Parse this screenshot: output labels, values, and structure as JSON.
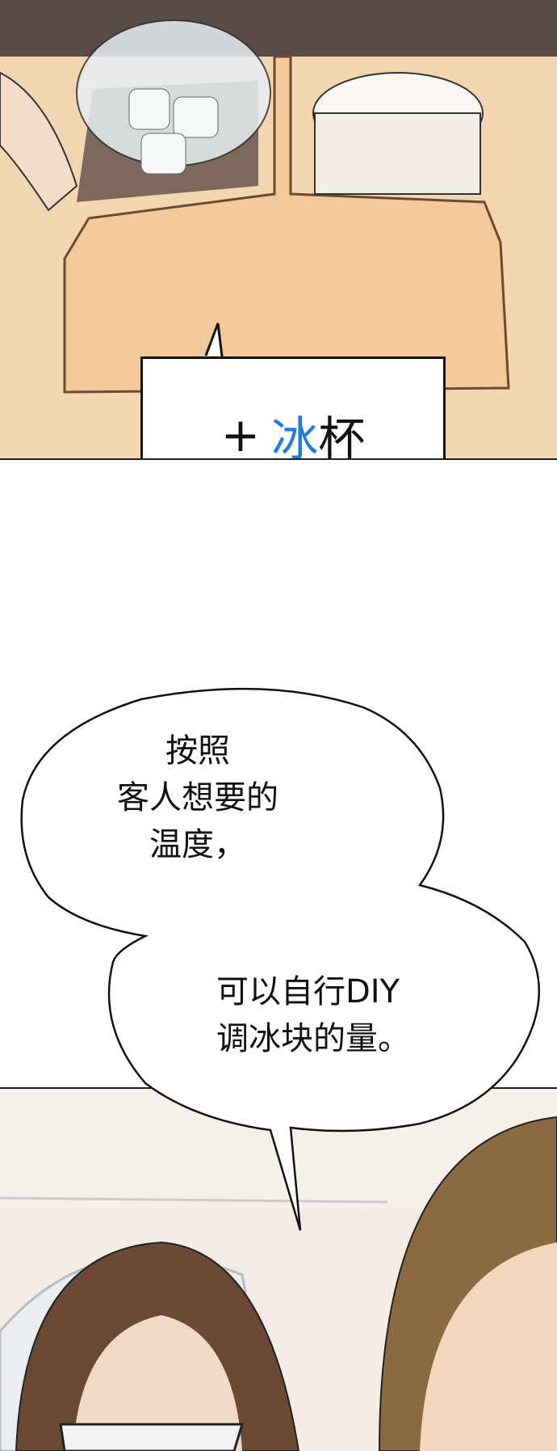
{
  "caption": {
    "plus": "+",
    "highlight": "冰",
    "rest": "杯",
    "highlight_color": "#1e7be0"
  },
  "bubble": {
    "lines_top": [
      "按照",
      "客人想要的",
      "温度，"
    ],
    "lines_bottom": [
      "可以自行DIY",
      "调冰块的量。"
    ]
  }
}
